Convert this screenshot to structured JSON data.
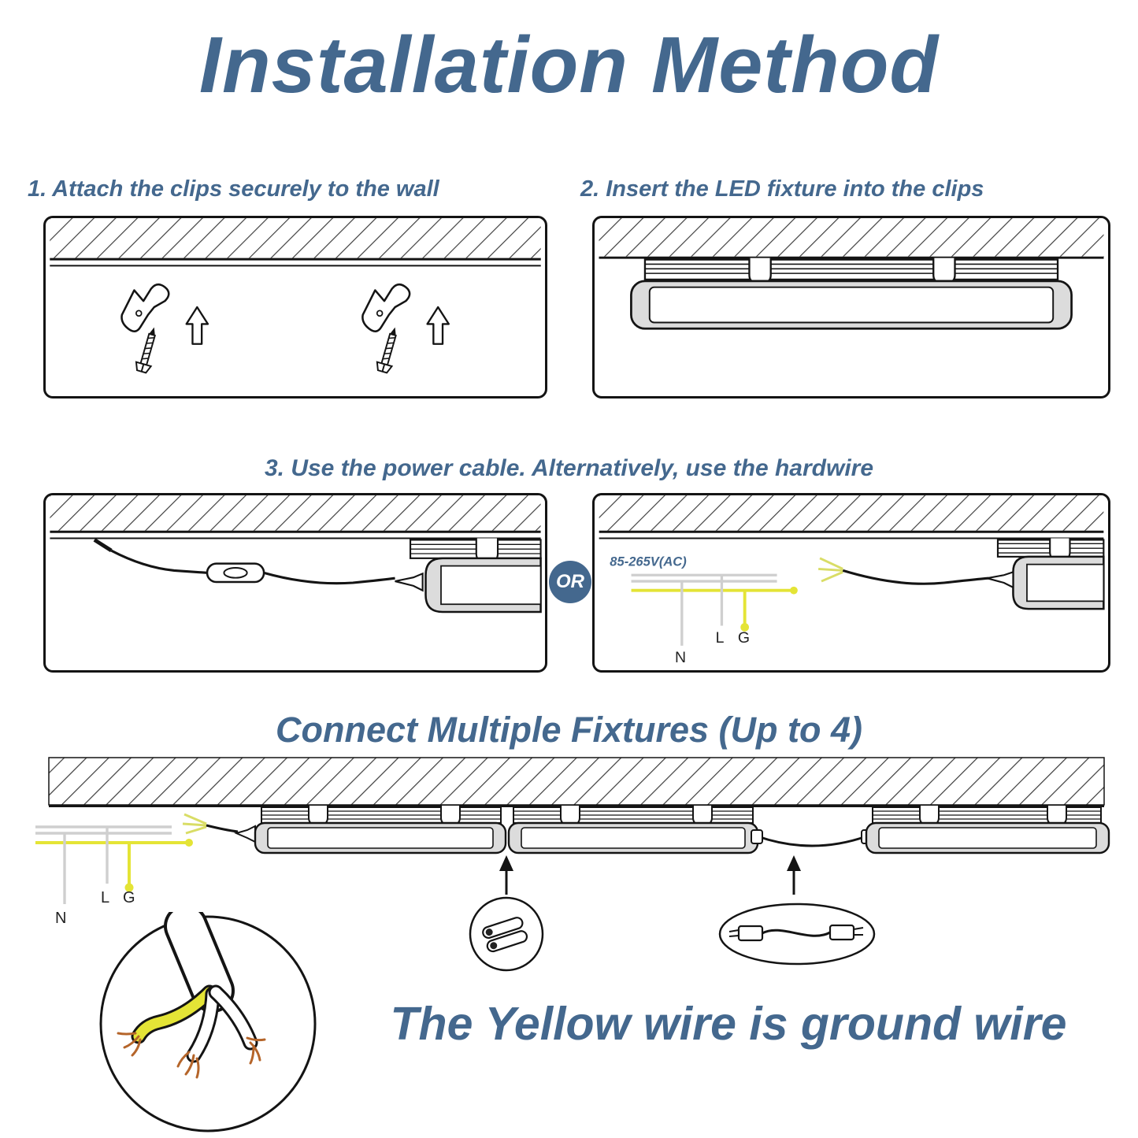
{
  "title": "Installation Method",
  "steps": [
    {
      "label": "1. Attach the clips securely to the wall"
    },
    {
      "label": "2. Insert the LED fixture into the clips"
    },
    {
      "label": "3. Use the power cable. Alternatively, use the hardwire"
    }
  ],
  "or_label": "OR",
  "hardwire": {
    "voltage": "85-265V(AC)",
    "live": "L",
    "ground": "G",
    "neutral": "N"
  },
  "multi": {
    "heading": "Connect Multiple Fixtures (Up to 4)",
    "live": "L",
    "ground": "G",
    "neutral": "N"
  },
  "footer": {
    "note": "The Yellow wire is ground wire"
  },
  "icons": {
    "up_arrow": "up-arrow",
    "screw": "screw",
    "mounting_clip": "mounting-clip",
    "inline_switch": "inline-switch",
    "power_plug": "power-plug",
    "double_connector": "double-connector-icon",
    "cable_connector": "cable-connector-icon",
    "cable_cutaway": "cable-cutaway"
  },
  "colors": {
    "accent": "#44688E",
    "wire_yellow": "#E4E436",
    "wire_gray": "#CFCFCF",
    "copper": "#B5652A",
    "line": "#141414"
  }
}
